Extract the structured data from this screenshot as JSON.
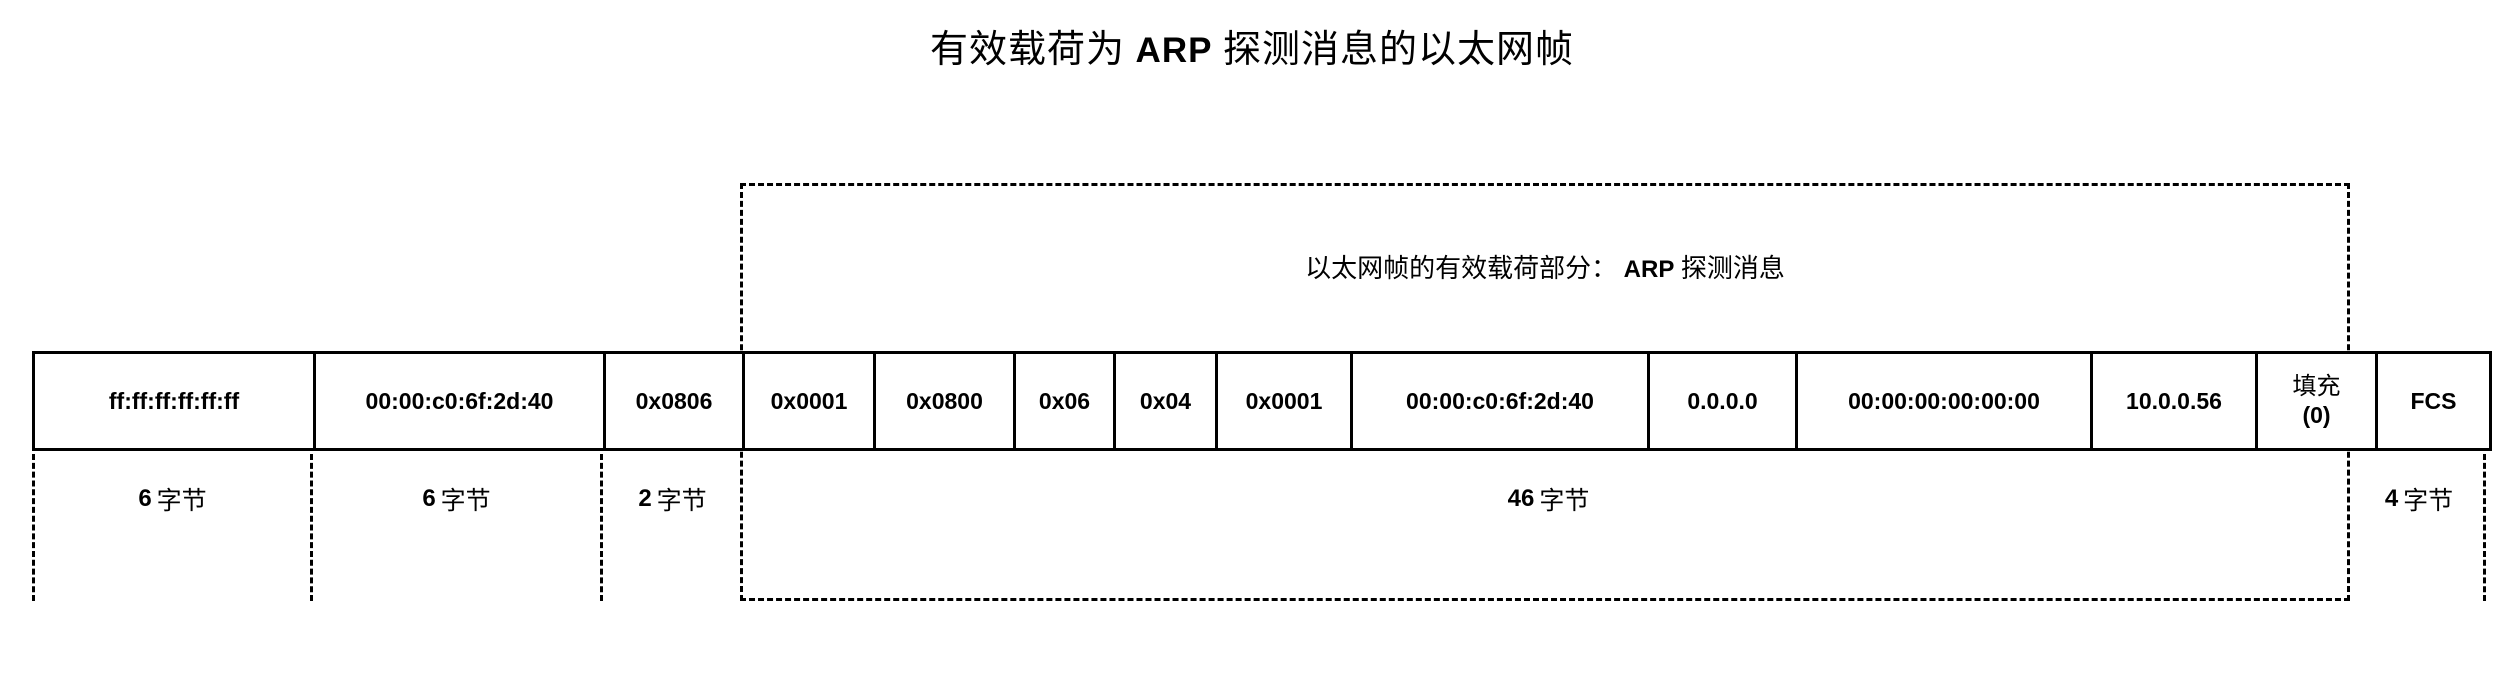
{
  "title": {
    "cjk_before": "有效载荷为",
    "latin": "ARP",
    "cjk_after": "探测消息的以太网帧"
  },
  "payload": {
    "cjk_before": "以太网帧的有效载荷部分：",
    "latin": "ARP",
    "cjk_after": "探测消息"
  },
  "frame": {
    "cells": [
      {
        "name": "dest-mac",
        "value": "ff:ff:ff:ff:ff:ff"
      },
      {
        "name": "src-mac",
        "value": "00:00:c0:6f:2d:40"
      },
      {
        "name": "ethertype",
        "value": "0x0806"
      },
      {
        "name": "arp-hw-type",
        "value": "0x0001"
      },
      {
        "name": "arp-proto-type",
        "value": "0x0800"
      },
      {
        "name": "arp-hw-len",
        "value": "0x06"
      },
      {
        "name": "arp-proto-len",
        "value": "0x04"
      },
      {
        "name": "arp-opcode",
        "value": "0x0001"
      },
      {
        "name": "arp-sender-mac",
        "value": "00:00:c0:6f:2d:40"
      },
      {
        "name": "arp-sender-ip",
        "value": "0.0.0.0"
      },
      {
        "name": "arp-target-mac",
        "value": "00:00:00:00:00:00"
      },
      {
        "name": "arp-target-ip",
        "value": "10.0.0.56"
      },
      {
        "name": "padding",
        "value": "填充",
        "value2": "(0)"
      },
      {
        "name": "fcs",
        "value": "FCS"
      }
    ]
  },
  "sizes": [
    {
      "name": "size-dest-mac",
      "num": "6",
      "unit": "字节"
    },
    {
      "name": "size-src-mac",
      "num": "6",
      "unit": "字节"
    },
    {
      "name": "size-ethertype",
      "num": "2",
      "unit": "字节"
    },
    {
      "name": "size-payload",
      "num": "46",
      "unit": "字节"
    },
    {
      "name": "size-fcs",
      "num": "4",
      "unit": "字节"
    }
  ],
  "colors": {
    "line": "#000000",
    "background": "#ffffff",
    "text": "#000000"
  }
}
